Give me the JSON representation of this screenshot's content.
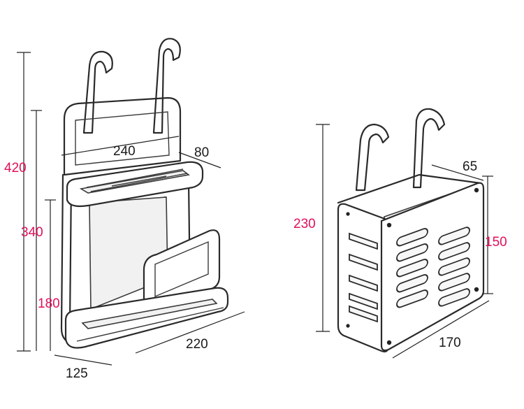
{
  "rack_left": {
    "dimensions": {
      "height_total": "420",
      "height_mid": "340",
      "height_low": "180",
      "width_top": "240",
      "depth_top": "80",
      "width_bottom": "220",
      "depth_bottom": "125"
    }
  },
  "rack_right": {
    "dimensions": {
      "height_total": "230",
      "height_box": "150",
      "depth": "65",
      "width": "170"
    }
  },
  "colors": {
    "label_magenta": "#e0105a",
    "label_dark": "#1a1a1a",
    "line": "#222222"
  }
}
